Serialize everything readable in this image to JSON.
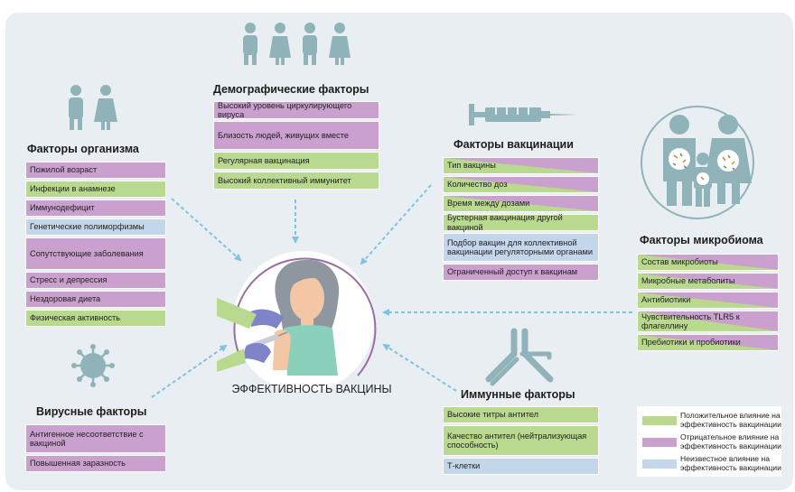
{
  "center_label": "ЭФФЕКТИВНОСТЬ ВАКЦИНЫ",
  "groups": {
    "organism": {
      "title": "Факторы организма",
      "items": [
        {
          "text": "Пожилой возраст",
          "effect": "negative"
        },
        {
          "text": "Инфекции в анамнезе",
          "effect": "positive"
        },
        {
          "text": "Иммунодефицит",
          "effect": "negative"
        },
        {
          "text": "Генетические полиморфизмы",
          "effect": "unknown"
        },
        {
          "text": "Сопутствующие заболевания",
          "effect": "negative"
        },
        {
          "text": "Стресс и депрессия",
          "effect": "negative"
        },
        {
          "text": "Нездоровая диета",
          "effect": "negative"
        },
        {
          "text": "Физическая активность",
          "effect": "positive"
        }
      ]
    },
    "demographic": {
      "title": "Демографические факторы",
      "items": [
        {
          "text": "Высокий уровень циркулирующего вируса",
          "effect": "negative"
        },
        {
          "text": "Близость людей, живущих вместе",
          "effect": "negative"
        },
        {
          "text": "Регулярная вакцинация",
          "effect": "positive"
        },
        {
          "text": "Высокий коллективный иммунитет",
          "effect": "positive"
        }
      ]
    },
    "vaccination": {
      "title": "Факторы вакцинации",
      "items": [
        {
          "text": "Тип вакцины",
          "effect": "mixed"
        },
        {
          "text": "Количество доз",
          "effect": "mixed"
        },
        {
          "text": "Время между дозами",
          "effect": "mixed"
        },
        {
          "text": "Бустерная вакцинация другой вакциной",
          "effect": "positive"
        },
        {
          "text": "Подбор вакцин для коллективной вакцинации регуляторными органами",
          "effect": "unknown"
        },
        {
          "text": "Ограниченный доступ к вакцинам",
          "effect": "negative"
        }
      ]
    },
    "microbiome": {
      "title": "Факторы микробиома",
      "items": [
        {
          "text": "Состав микробиоты",
          "effect": "mixed"
        },
        {
          "text": "Микробные метаболиты",
          "effect": "mixed"
        },
        {
          "text": "Антибиотики",
          "effect": "mixed"
        },
        {
          "text": "Чувствительность TLR5 к флагеллину",
          "effect": "mixed"
        },
        {
          "text": "Пребиотики и пробиотики",
          "effect": "mixed"
        }
      ]
    },
    "immune": {
      "title": "Иммунные факторы",
      "items": [
        {
          "text": "Высокие титры антител",
          "effect": "positive"
        },
        {
          "text": "Качество антител (нейтрализующая способность)",
          "effect": "positive"
        },
        {
          "text": "Т-клетки",
          "effect": "unknown"
        }
      ]
    },
    "viral": {
      "title": "Вирусные факторы",
      "items": [
        {
          "text": "Антигенное несоответствие с вакциной",
          "effect": "negative"
        },
        {
          "text": "Повышенная заразность",
          "effect": "negative"
        }
      ]
    }
  },
  "legend": [
    {
      "text": "Положительное влияние на эффективность вакцинации",
      "effect": "positive"
    },
    {
      "text": "Отрицательное влияние на эффективность вакцинации",
      "effect": "negative"
    },
    {
      "text": "Неизвестное влияние на эффективность вакцинации",
      "effect": "unknown"
    }
  ],
  "colors": {
    "positive": "#b9d98f",
    "negative": "#caa0cf",
    "unknown": "#c4d6ea",
    "icon": "#8fb3b9",
    "arrow": "#7fc2e4"
  }
}
